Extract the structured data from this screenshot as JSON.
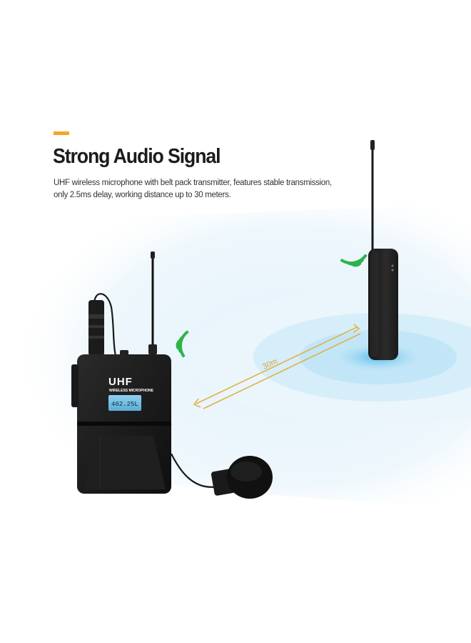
{
  "headline": "Strong Audio Signal",
  "description_lines": [
    "UHF wireless microphone with belt pack transmitter, features stable transmission,",
    "only 2.5ms delay, working distance up to 30 meters."
  ],
  "transmitter": {
    "brand_label": "UHF",
    "sub_label": "WIRELESS MICROPHONE",
    "lcd_readout": "462.25L"
  },
  "distance_label": "30m",
  "colors": {
    "accent": "#f5a623",
    "signal_green": "#2db34a",
    "distance_line": "#e0b14a",
    "ripple_blue": "#bfe3f5"
  }
}
